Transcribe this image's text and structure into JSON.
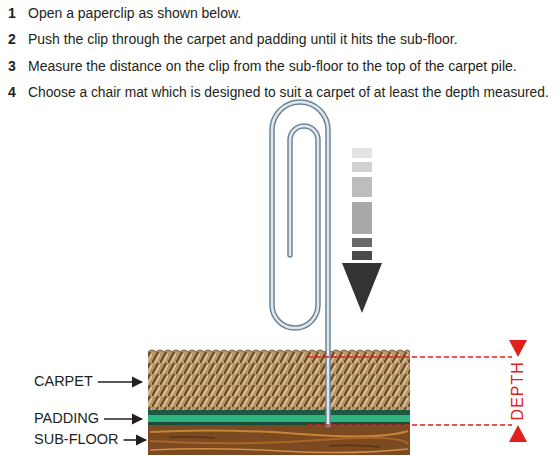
{
  "diagram": {
    "labels": [
      "1",
      "Open a paperclip as shown below.",
      "2",
      "Push the clip through the carpet and padding until it hits the sub-floor.",
      "3",
      "Measure the distance on the clip from the sub-floor to the top of the carpet pile.",
      "4",
      "Choose a chair mat which is designed to suit a carpet of at least the depth measured.",
      "CARPET",
      "PADDING",
      "SUB-FLOOR",
      "DEPTH"
    ]
  }
}
